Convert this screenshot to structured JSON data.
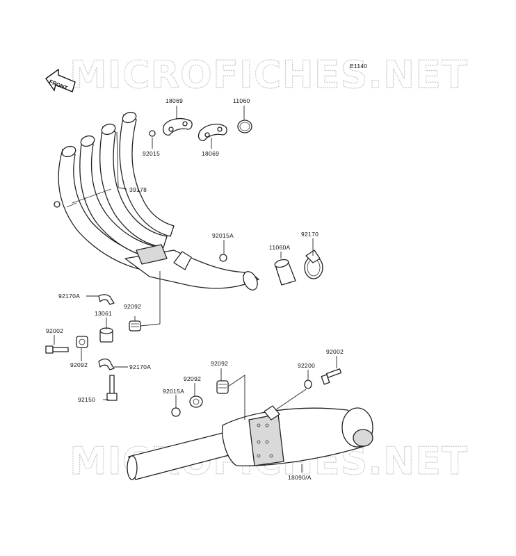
{
  "diagram_code": "E1140",
  "watermark": {
    "top": "MICROFICHES.NET",
    "bottom": "MICROFICHES.NET"
  },
  "front_indicator": "FRONT",
  "labels": {
    "p18069_a": "18069",
    "p11060": "11060",
    "p92015": "92015",
    "p18069_b": "18069",
    "p39178": "39178",
    "p92015A_a": "92015A",
    "p11060A": "11060A",
    "p92170": "92170",
    "p92170A_a": "92170A",
    "p92092_a": "92092",
    "p13061": "13061",
    "p92002_a": "92002",
    "p92092_b": "92092",
    "p92170A_b": "92170A",
    "p92150": "92150",
    "p92002_b": "92002",
    "p92092_c": "92092",
    "p92200": "92200",
    "p92092_d": "92092",
    "p92015A_b": "92015A",
    "p18090A": "18090/A"
  }
}
